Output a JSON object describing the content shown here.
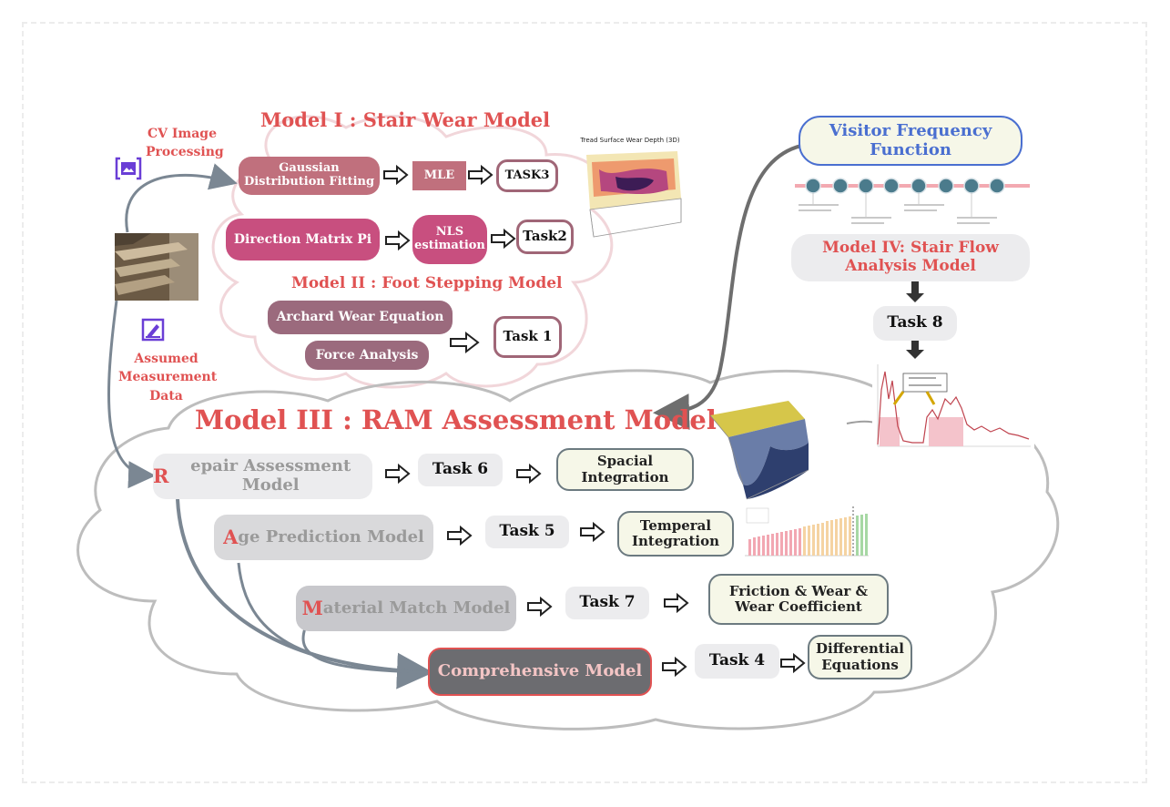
{
  "model1": {
    "title": "Model I : Stair Wear Model",
    "gaussian": "Gaussian Distribution Fitting",
    "mle": "MLE",
    "task3": "TASK3",
    "direction": "Direction Matrix Pi",
    "nls": "NLS estimation",
    "task2": "Task2",
    "surface_title": "Tread Surface Wear Depth (3D)"
  },
  "model2": {
    "title": "Model II : Foot Stepping Model",
    "archard": "Archard Wear Equation",
    "force": "Force Analysis",
    "task1": "Task 1"
  },
  "inputs": {
    "cv": "CV Image Processing",
    "assumed": "Assumed Measurement Data"
  },
  "model3": {
    "title": "Model III : RAM Assessment Model",
    "repair_cap": "R",
    "repair_rest": "epair Assessment Model",
    "age_cap": "A",
    "age_rest": "ge Prediction Model",
    "material_cap": "M",
    "material_rest": "aterial Match Model",
    "comprehensive": "Comprehensive Model",
    "task6": "Task 6",
    "task5": "Task 5",
    "task7": "Task 7",
    "task4": "Task 4",
    "spacial": "Spacial Integration",
    "temperal": "Temperal Integration",
    "friction": "Friction & Wear & Wear Coefficient",
    "differential": "Differential Equations"
  },
  "model4": {
    "visitor": "Visitor Frequency Function",
    "title": "Model IV: Stair Flow Analysis Model",
    "task8": "Task 8"
  },
  "colors": {
    "title_red": "#e05252",
    "visitor_blue": "#4a6fd0",
    "repair_bg": "#ececee",
    "age_bg": "#d9d9db",
    "material_bg": "#c8c8cc",
    "comprehensive_bg": "#6c6c70"
  }
}
